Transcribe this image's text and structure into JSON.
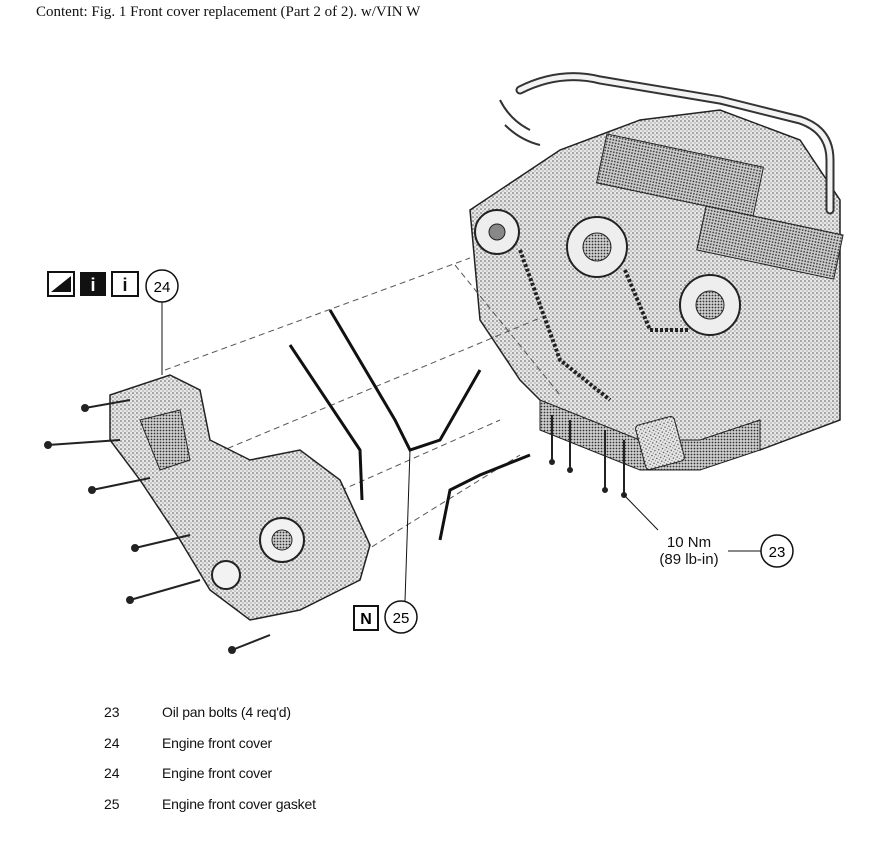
{
  "caption": "Content:  Fig. 1 Front cover replacement (Part 2 of 2). w/VIN W",
  "callouts": {
    "c23": "23",
    "c24": "24",
    "c25": "25",
    "n_symbol": "N",
    "info_symbol": "i",
    "info_symbol_2": "i"
  },
  "torque": {
    "line1": "10 Nm",
    "line2": "(89 lb-in)"
  },
  "legend": [
    {
      "num": "23",
      "desc": "Oil pan bolts (4 req'd)"
    },
    {
      "num": "24",
      "desc": "Engine front cover"
    },
    {
      "num": "24",
      "desc": "Engine front cover"
    },
    {
      "num": "25",
      "desc": "Engine front cover gasket"
    }
  ]
}
